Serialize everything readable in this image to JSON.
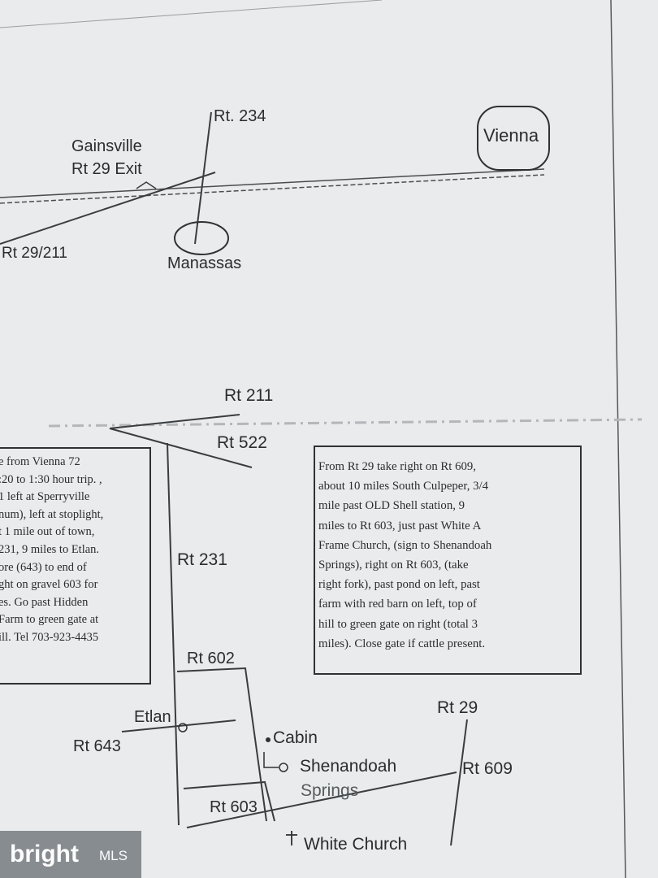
{
  "map": {
    "places": {
      "vienna": "Vienna",
      "gainsville": "Gainsville",
      "rt29_exit": "Rt 29 Exit",
      "manassas": "Manassas",
      "etlan": "Etlan",
      "cabin": "Cabin",
      "shenandoah": "Shenandoah",
      "springs": "Springs",
      "white_church": "White Church"
    },
    "roads": {
      "rt234": "Rt. 234",
      "rt29_211": "Rt 29/211",
      "rt211": "Rt 211",
      "rt522": "Rt 522",
      "rt231": "Rt 231",
      "rt602": "Rt 602",
      "rt643": "Rt 643",
      "rt29": "Rt 29",
      "rt609": "Rt 609",
      "rt603": "Rt 603"
    }
  },
  "left_note": {
    "lines": [
      "e from Vienna 72",
      ":20 to 1:30 hour trip. ,",
      "1 left at Sperryville",
      "num), left at stoplight,",
      "t 1 mile out of town,",
      "231, 9 miles to Etlan.",
      "ore (643) to end of",
      "ght on gravel 603 for",
      "es. Go past Hidden",
      "Farm to green gate at",
      "ill.  Tel  703-923-4435"
    ]
  },
  "right_note": {
    "lines": [
      "From Rt 29 take right on Rt 609,",
      "about 10 miles South Culpeper, 3/4",
      "mile past OLD Shell station, 9",
      "miles to Rt 603, just past White A",
      "Frame Church, (sign to Shenandoah",
      "Springs), right on Rt 603, (take",
      "right fork), past pond on left, past",
      "farm with red barn on left, top of",
      "hill to green gate on right (total 3",
      "miles).  Close gate if cattle present."
    ]
  },
  "watermark": {
    "brand": "bright",
    "suffix": "MLS"
  },
  "colors": {
    "paper": "#e9ebec",
    "ink": "#2a2c2e",
    "watermark_bg": "#7f8489"
  }
}
